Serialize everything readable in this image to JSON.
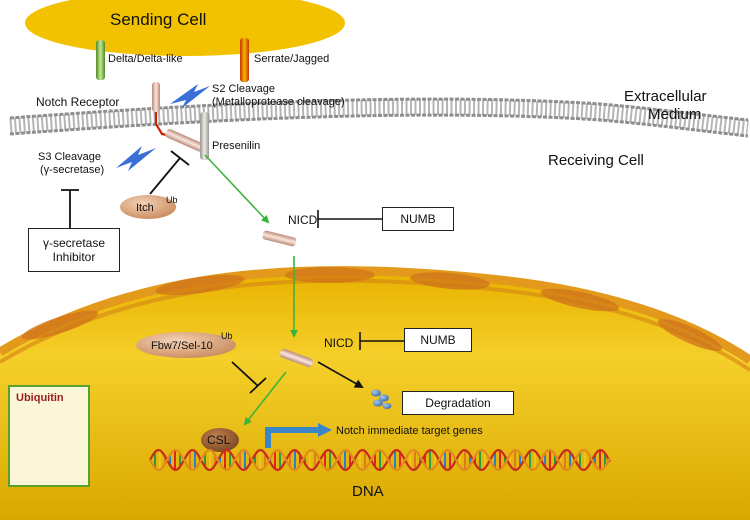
{
  "labels": {
    "sending_cell": "Sending Cell",
    "delta": "Delta/Delta-like",
    "serrate": "Serrate/Jagged",
    "notch_receptor": "Notch Receptor",
    "s2_line1": "S2 Cleavage",
    "s2_line2": "(Metalloprotease cleavage)",
    "extracellular_line1": "Extracellular",
    "extracellular_line2": "Medium",
    "presenilin": "Presenilin",
    "s3_line1": "S3 Cleavage",
    "s3_line2": "(γ-secretase)",
    "receiving_cell": "Receiving Cell",
    "itch": "Itch",
    "ub": "Ub",
    "nicd": "NICD",
    "fbw7": "Fbw7/Sel-10",
    "csl": "CSL",
    "target_genes": "Notch immediate target genes",
    "dna": "DNA",
    "ubiquitin": "Ubiquitin"
  },
  "boxes": {
    "inhibitor_line1": "γ-secretase",
    "inhibitor_line2": "Inhibitor",
    "numb": "NUMB",
    "degradation": "Degradation"
  },
  "colors": {
    "sending_cell": "#f2c200",
    "nucleus": "#f0c419",
    "membrane": "#cfcfcf",
    "nuclear_envelope_segment": "#e8a21c",
    "activation_arrow": "#3cb43c",
    "cleavage_bolt": "#3a6fd8",
    "receptor_cleaved_part": "#cc2200",
    "target_gene_arrow": "#3a84c8"
  }
}
